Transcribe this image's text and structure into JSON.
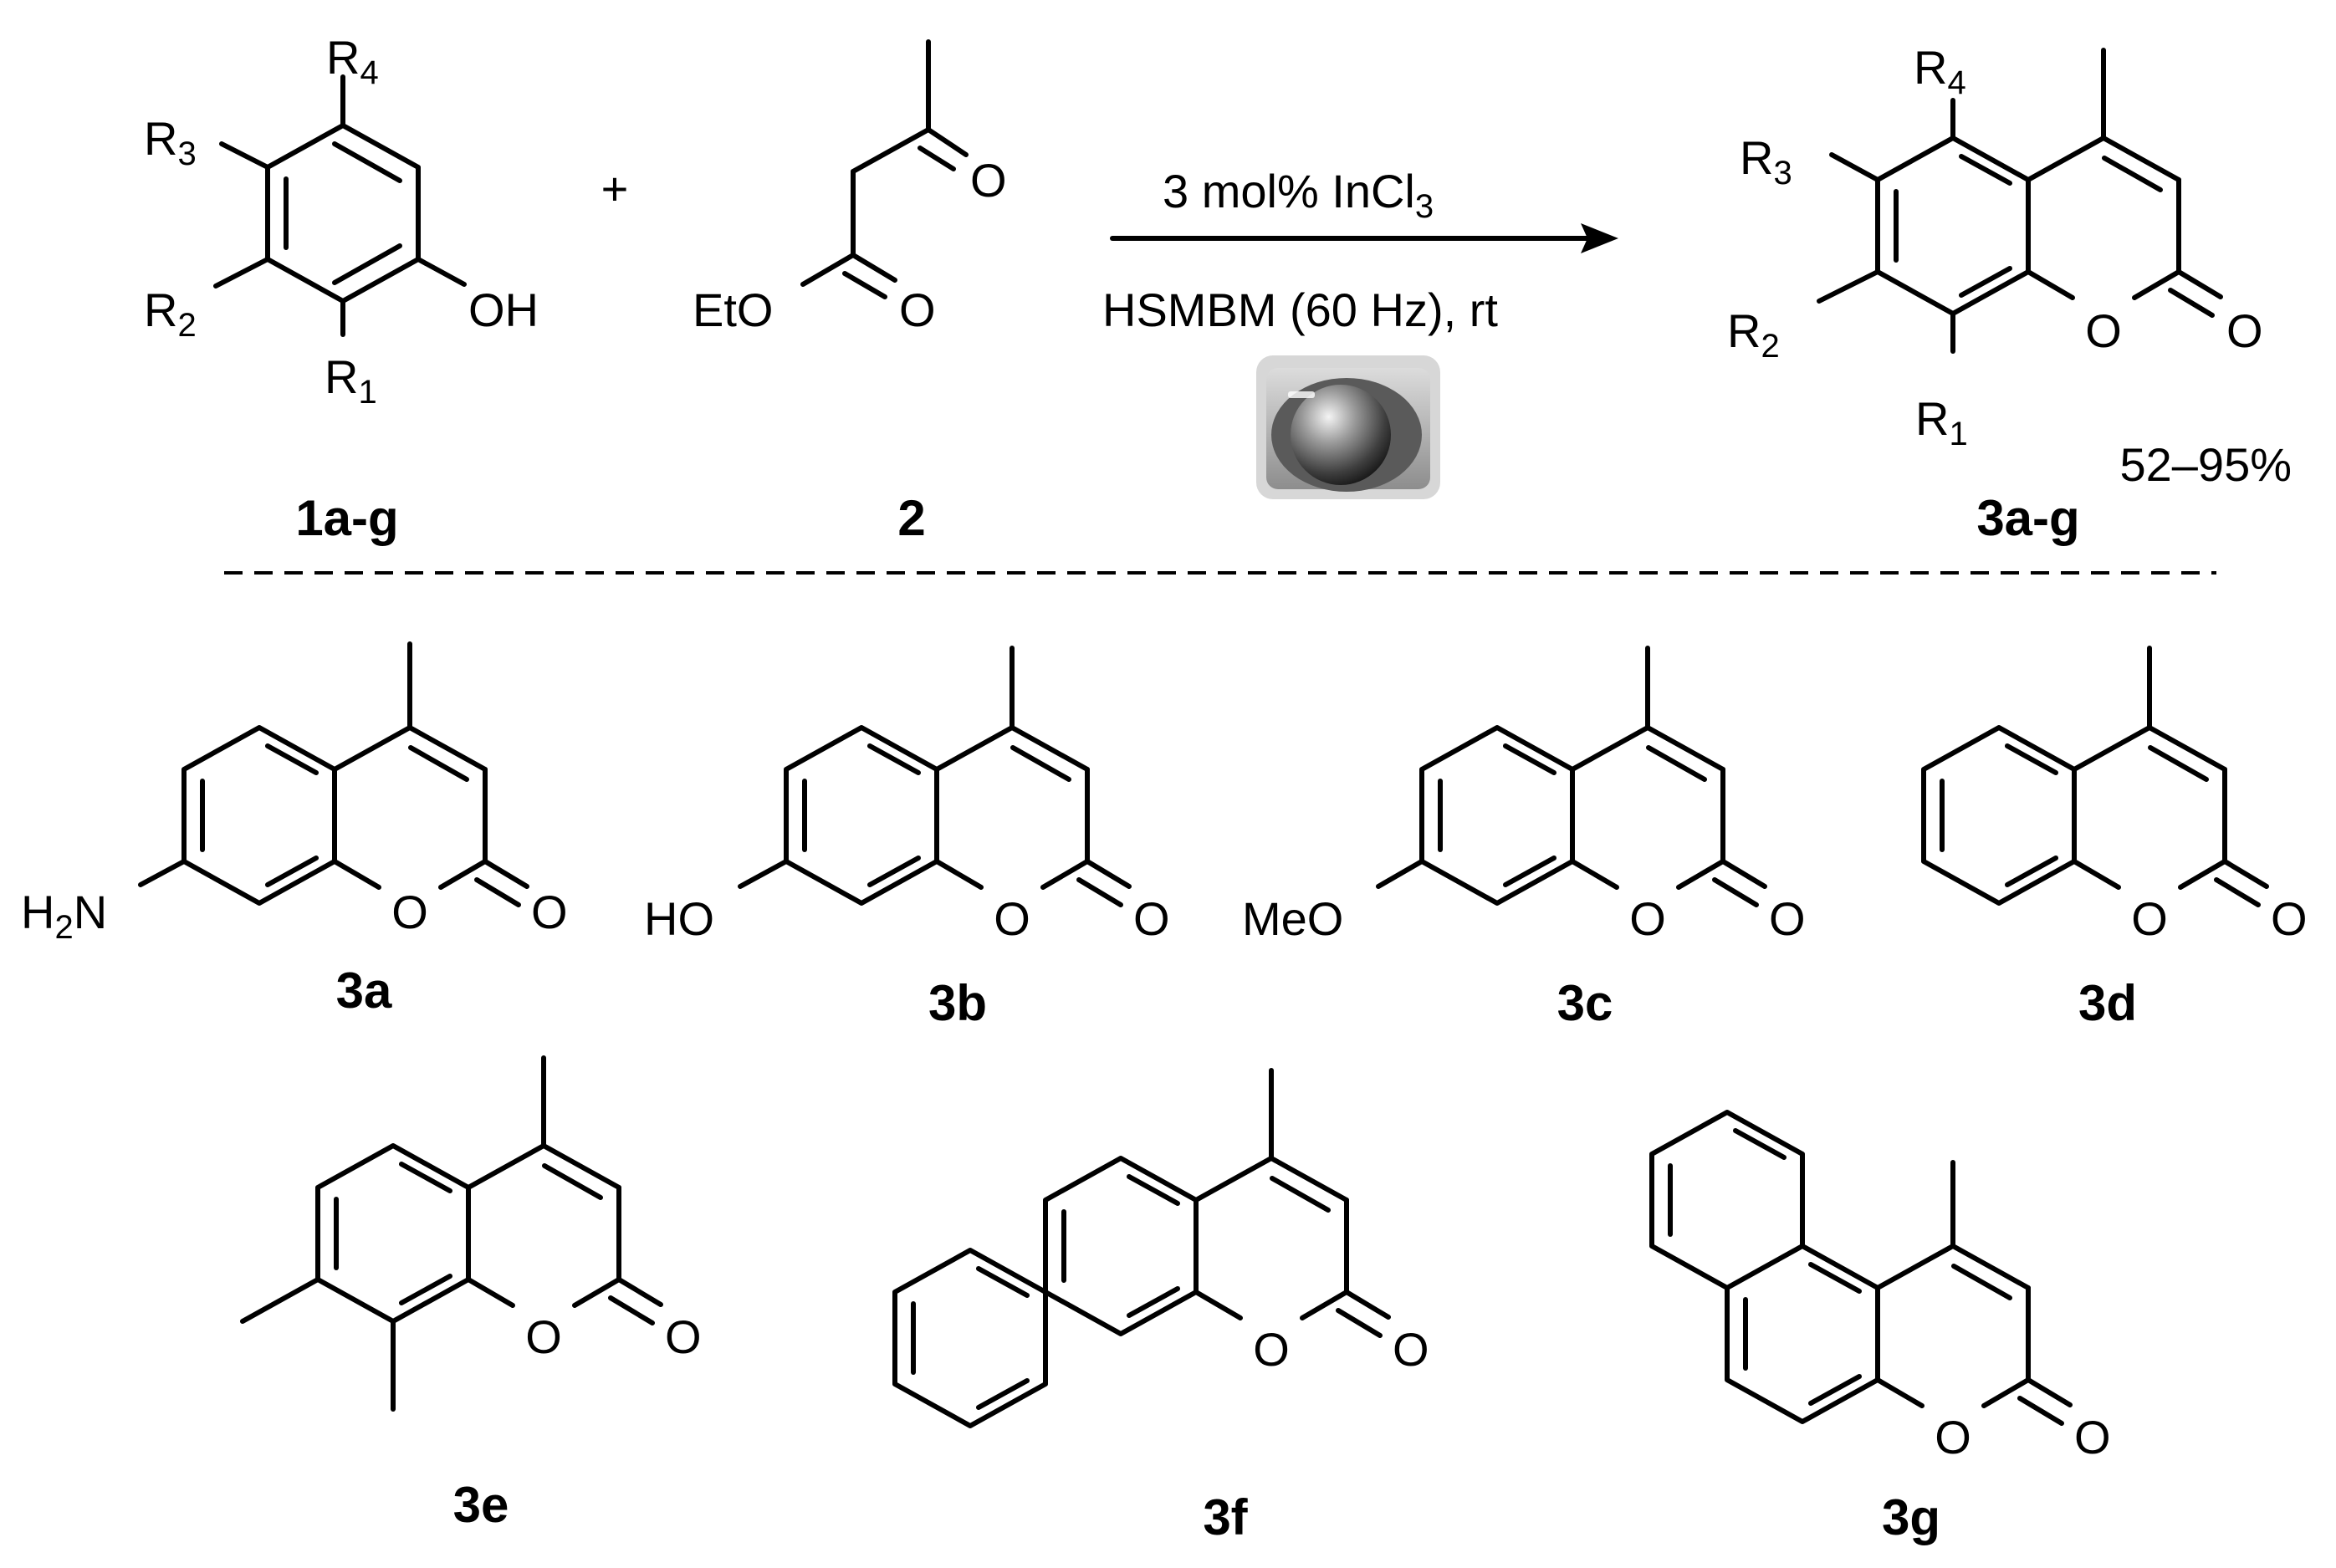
{
  "reaction": {
    "reactant1": {
      "label": "1a-g",
      "substituents": {
        "r1": "R",
        "r1_sub": "1",
        "r2": "R",
        "r2_sub": "2",
        "r3": "R",
        "r3_sub": "3",
        "r4": "R",
        "r4_sub": "4"
      },
      "oh": "OH"
    },
    "plus": "+",
    "reactant2": {
      "label": "2",
      "eto": "EtO",
      "o_ketone": "O",
      "o_ester": "O"
    },
    "conditions": {
      "above_prefix": "3 mol% InCl",
      "above_sub": "3",
      "below": "HSMBM (60 Hz), rt",
      "ball_mill_icon": "ball-mill-icon"
    },
    "product": {
      "label": "3a-g",
      "yield": "52–95%",
      "substituents": {
        "r1": "R",
        "r1_sub": "1",
        "r2": "R",
        "r2_sub": "2",
        "r3": "R",
        "r3_sub": "3",
        "r4": "R",
        "r4_sub": "4"
      },
      "o_ring": "O",
      "o_carbonyl": "O"
    }
  },
  "products": [
    {
      "label": "3a",
      "substituent_prefix": "H",
      "substituent_sub": "2",
      "substituent_suffix": "N",
      "o_ring": "O",
      "o_carbonyl": "O"
    },
    {
      "label": "3b",
      "substituent": "HO",
      "o_ring": "O",
      "o_carbonyl": "O"
    },
    {
      "label": "3c",
      "substituent": "MeO",
      "o_ring": "O",
      "o_carbonyl": "O"
    },
    {
      "label": "3d",
      "o_ring": "O",
      "o_carbonyl": "O"
    },
    {
      "label": "3e",
      "o_ring": "O",
      "o_carbonyl": "O"
    },
    {
      "label": "3f",
      "o_ring": "O",
      "o_carbonyl": "O"
    },
    {
      "label": "3g",
      "o_ring": "O",
      "o_carbonyl": "O"
    }
  ]
}
